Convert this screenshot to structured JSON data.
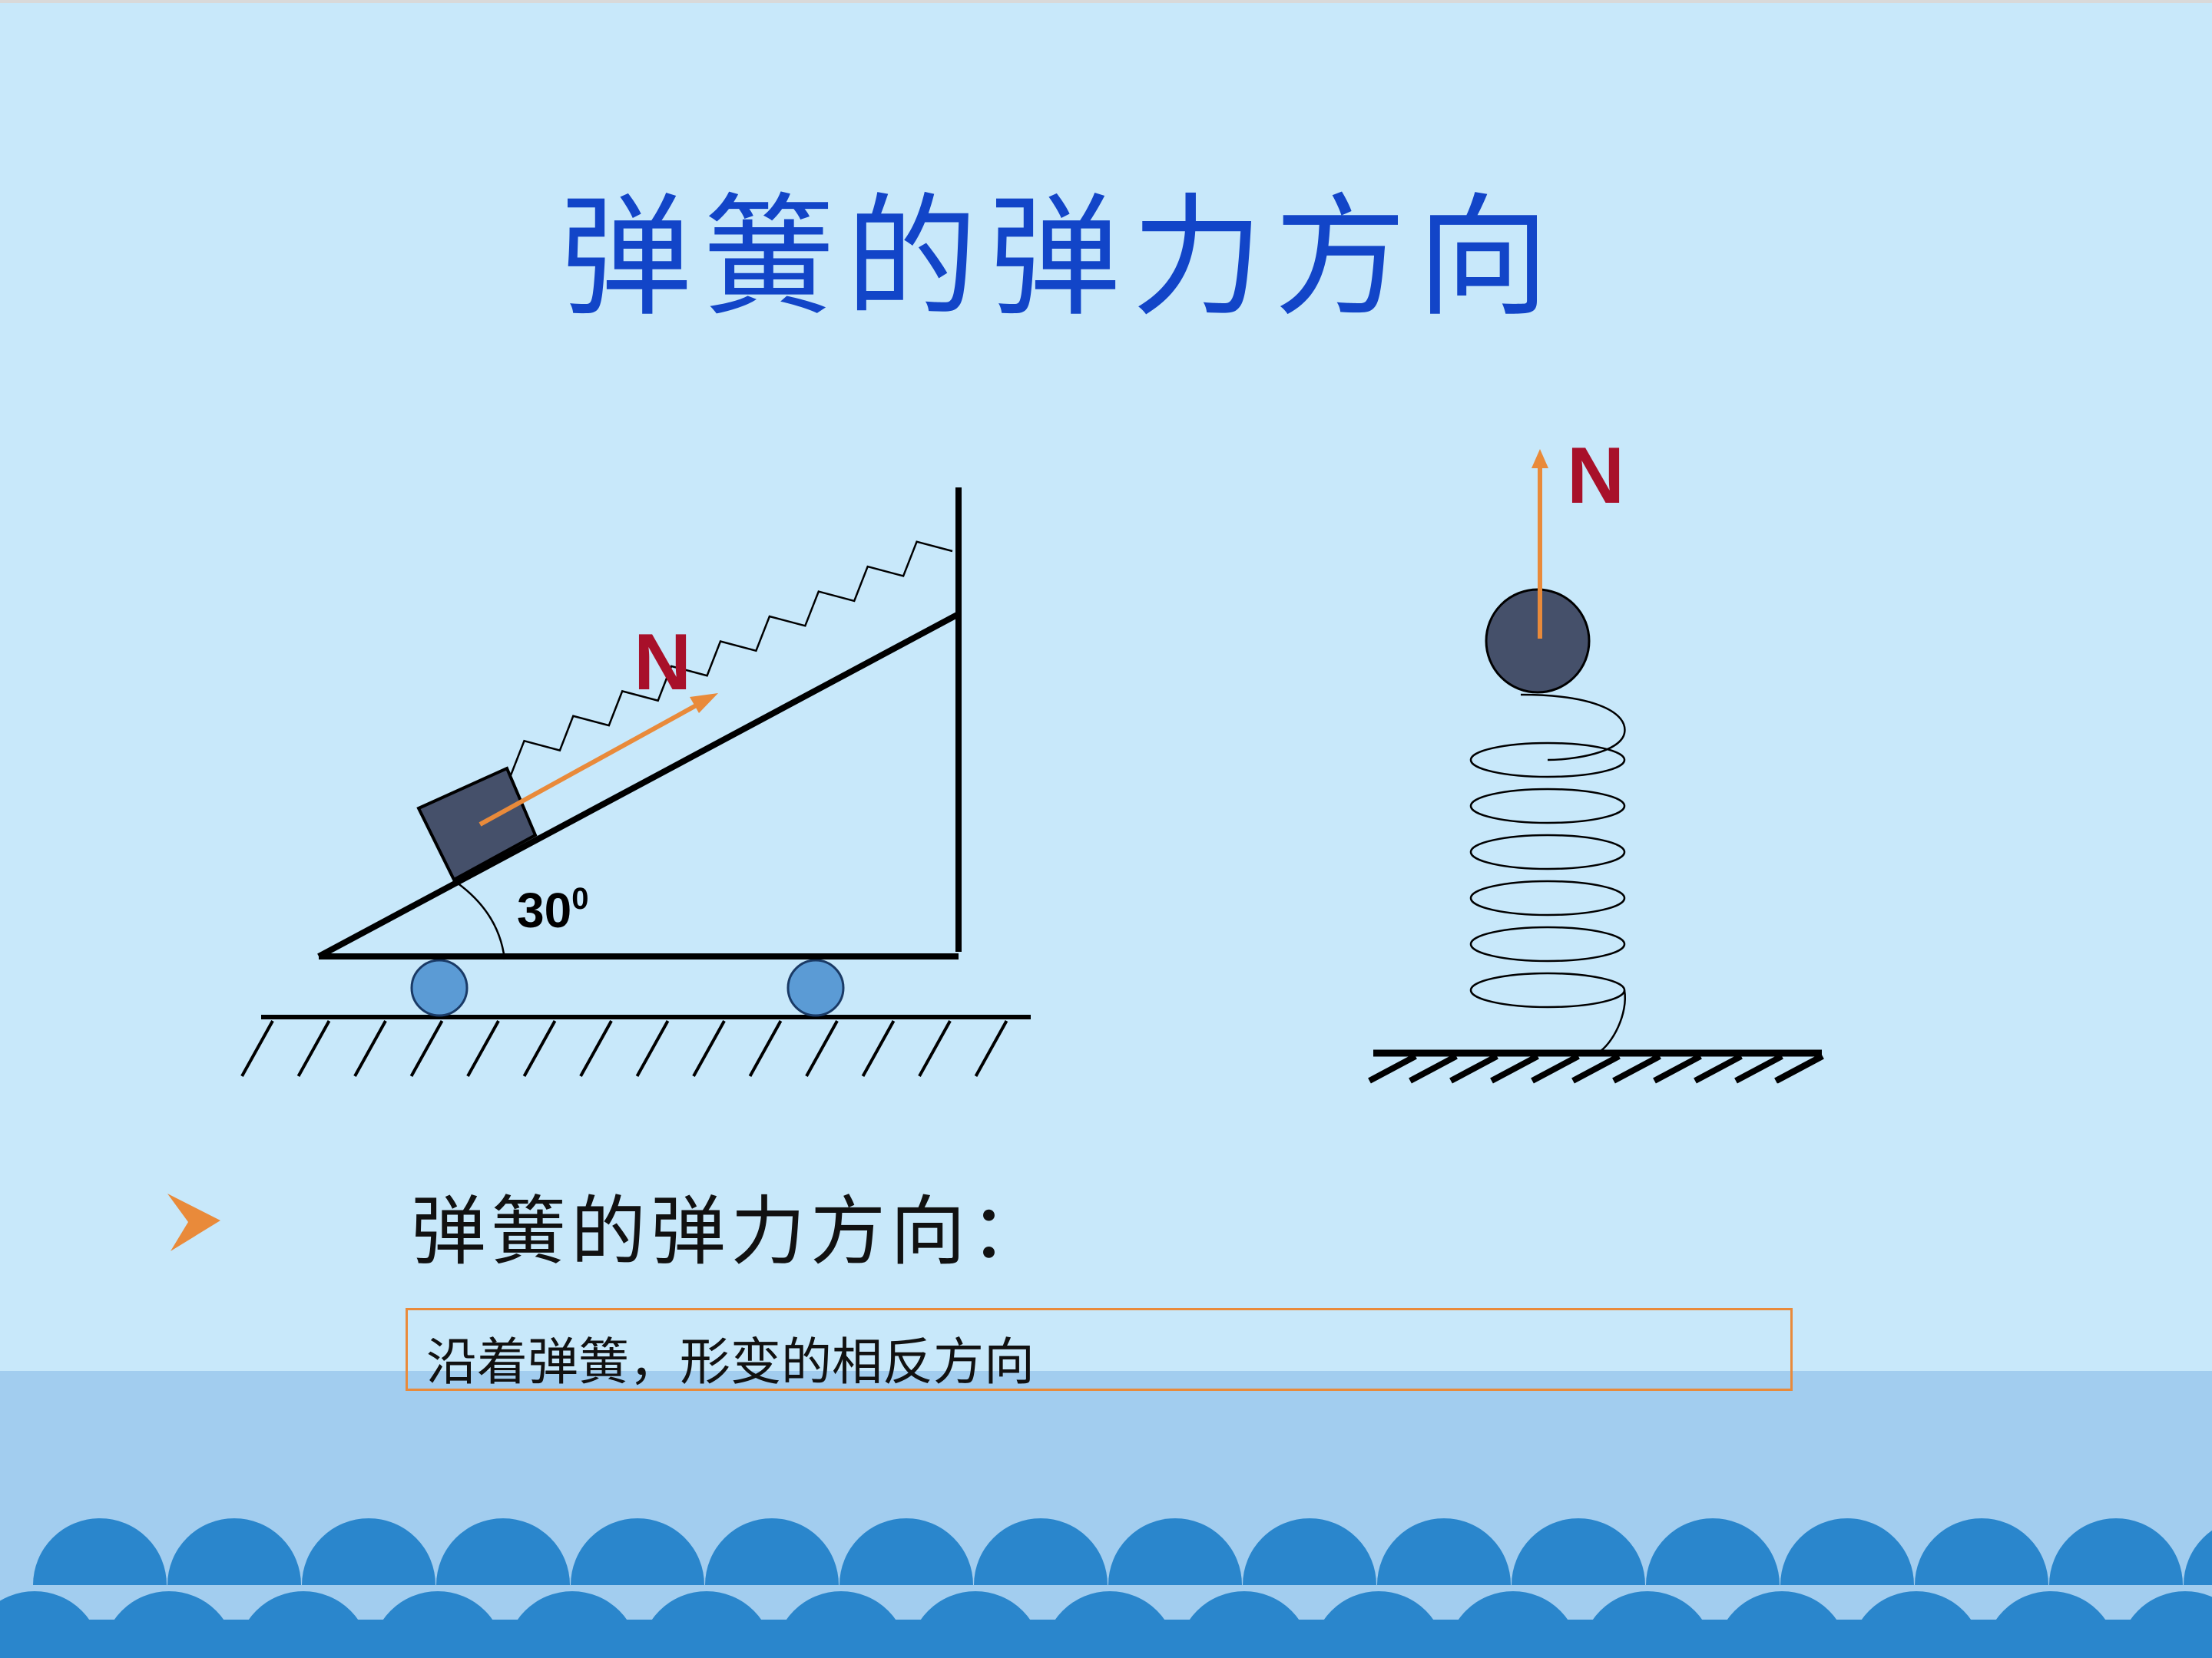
{
  "slide": {
    "title": "弹簧的弹力方向",
    "bullet": {
      "icon": "arrowhead-bullet-icon",
      "text": "弹簧的弹力方向："
    },
    "answer_box": {
      "text": "沿着弹簧，形变的相反方向"
    }
  },
  "incline_diagram": {
    "force_label": "N",
    "angle_label": "30",
    "angle_superscript": "0"
  },
  "vertical_spring_diagram": {
    "force_label": "N"
  },
  "colors": {
    "background": "#c8e8fa",
    "title": "#1245c8",
    "force_arrow": "#e98a3a",
    "force_label": "#a8102a",
    "block": "#45506a",
    "wheel": "#5b9bd5",
    "wave": "#2a86cc",
    "bottom_band": "#a2cdef"
  }
}
